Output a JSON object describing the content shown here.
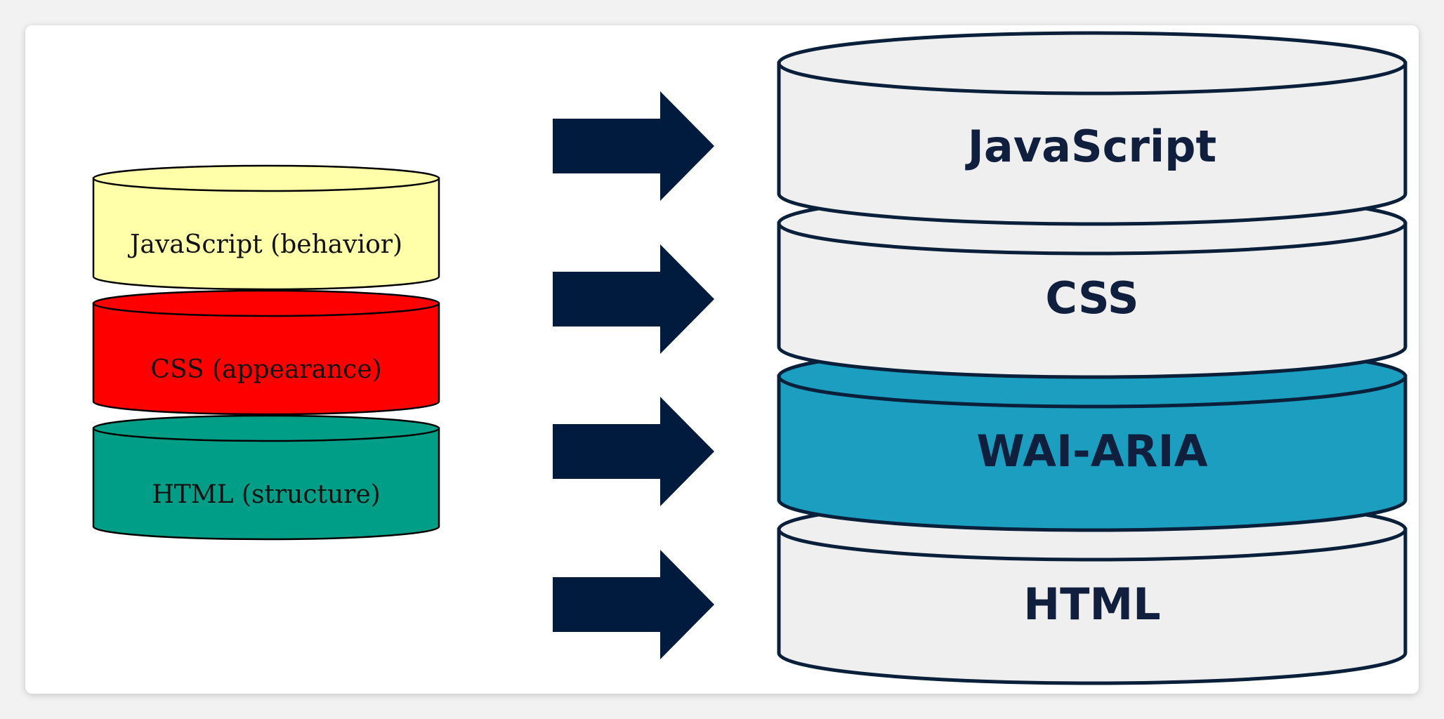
{
  "colors": {
    "arrow": "#001b3d",
    "outline": "#0a1f3a",
    "big_layer_default": "#efefef",
    "big_layer_highlight": "#1b9ec0"
  },
  "small_stack": {
    "layers": [
      {
        "label": "JavaScript (behavior)",
        "color": "#ffffaa"
      },
      {
        "label": "CSS (appearance)",
        "color": "#ff0000"
      },
      {
        "label": "HTML (structure)",
        "color": "#009e87"
      }
    ]
  },
  "big_stack": {
    "layers": [
      {
        "label": "JavaScript",
        "highlight": false
      },
      {
        "label": "CSS",
        "highlight": false
      },
      {
        "label": "WAI-ARIA",
        "highlight": true
      },
      {
        "label": "HTML",
        "highlight": false
      }
    ]
  },
  "arrows": {
    "count": 4,
    "icon": "right-arrow-icon"
  }
}
